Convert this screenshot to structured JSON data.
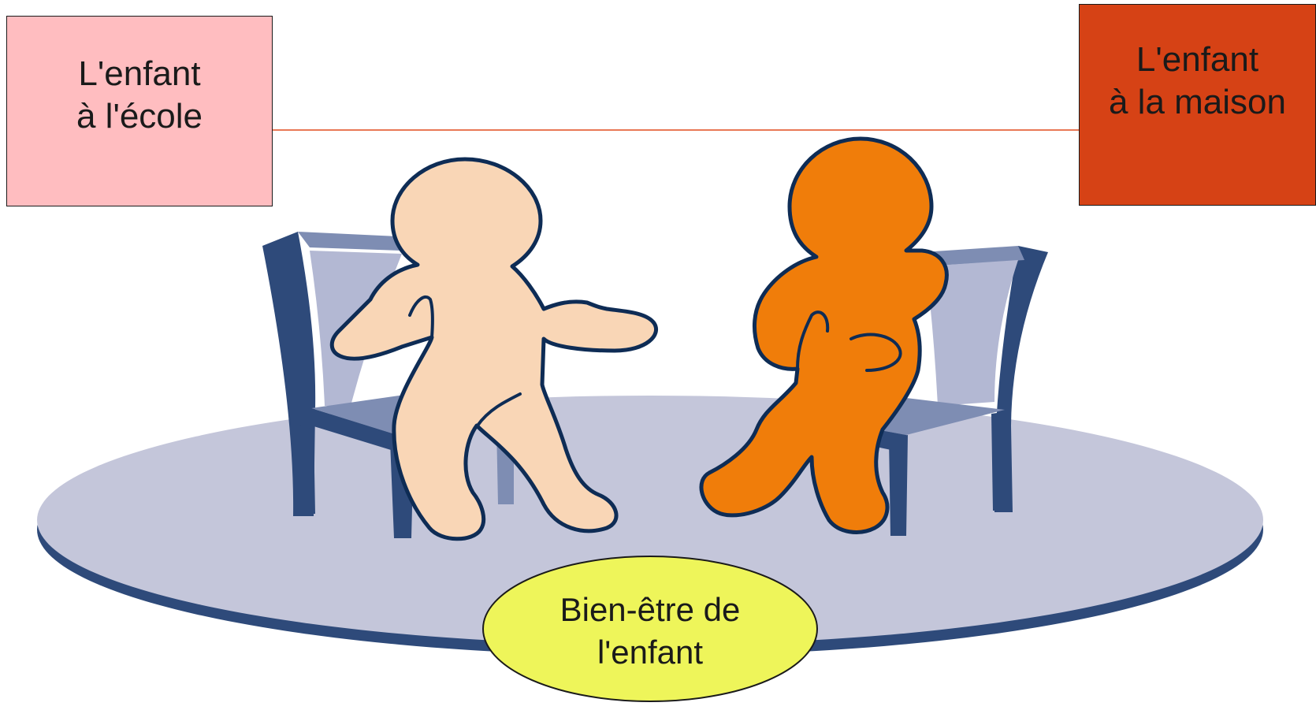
{
  "labels": {
    "school": {
      "line1": "L'enfant",
      "line2": "à l'école"
    },
    "home": {
      "line1": "L'enfant",
      "line2": "à la maison"
    },
    "wellbeing": {
      "line1": "Bien-être de",
      "line2": "l'enfant"
    }
  },
  "colors": {
    "school_box": "#FFBDC0",
    "home_box": "#D64215",
    "connector": "#E24B1E",
    "platform_top": "#C4C6DA",
    "platform_rim": "#2E4A7A",
    "chair_front": "#2E4A7A",
    "chair_side": "#7E8DB3",
    "chair_back_panel": "#B3B8D3",
    "person_left": "#F9D6B6",
    "person_right": "#F07D0A",
    "person_outline": "#0E2C55",
    "bubble_fill": "#EEF55A"
  },
  "icons": {
    "left_figure": "seated-person-icon",
    "right_figure": "seated-person-icon",
    "chairs": "chair-icon"
  }
}
